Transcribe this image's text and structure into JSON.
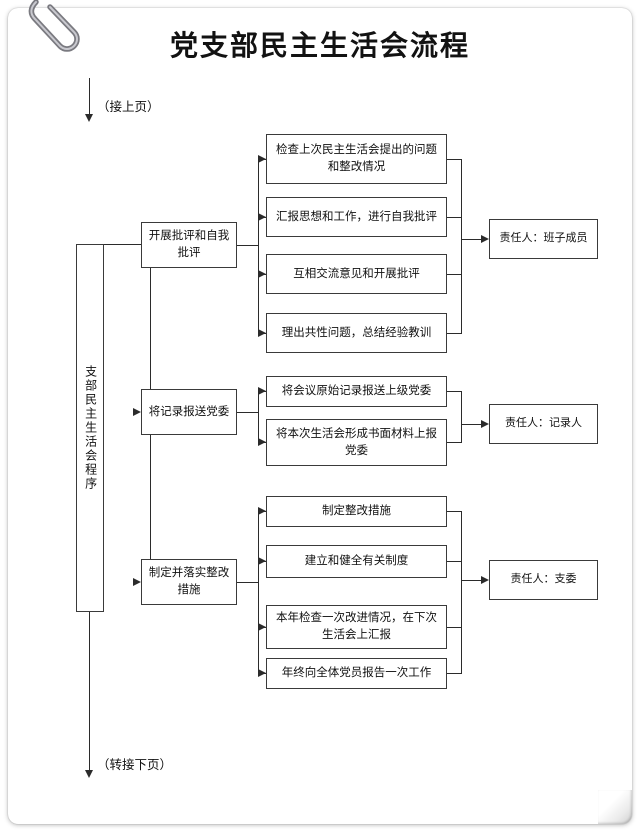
{
  "document": {
    "title": "党支部民主生活会流程",
    "paperclip_icon": "paperclip-icon"
  },
  "flow": {
    "top_caption": "（接上页）",
    "bottom_caption": "（转接下页）",
    "stage_label": "支部民主生活会程序"
  },
  "groups": [
    {
      "phase_label": "开展批评和自我批评",
      "owner_label": "责任人：班子成员",
      "steps": [
        "检查上次民主生活会提出的问题和整改情况",
        "汇报思想和工作，进行自我批评",
        "互相交流意见和开展批评",
        "理出共性问题，总结经验教训"
      ]
    },
    {
      "phase_label": "将记录报送党委",
      "owner_label": "责任人：记录人",
      "steps": [
        "将会议原始记录报送上级党委",
        "将本次生活会形成书面材料上报党委"
      ]
    },
    {
      "phase_label": "制定并落实整改措施",
      "owner_label": "责任人：支委",
      "steps": [
        "制定整改措施",
        "建立和健全有关制度",
        "本年检查一次改进情况，在下次生活会上汇报",
        "年终向全体党员报告一次工作"
      ]
    }
  ],
  "colors": {
    "border": "#3a3a3a",
    "line": "#2b2b2b",
    "text": "#111111",
    "page": "#ffffff"
  }
}
